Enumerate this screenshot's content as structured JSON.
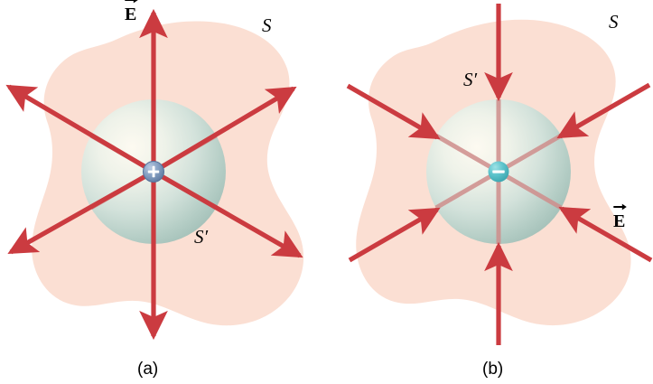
{
  "figure": {
    "title": "Electric field lines of a point charge through two closed surfaces",
    "background_color": "#ffffff"
  },
  "colors": {
    "field_arrow": "#cb3b40",
    "field_arrow_inside": "#cf8e8c",
    "gaussian_blob_fill": "#fbdfd3",
    "sphere_edge": "#9ec0b8",
    "sphere_highlight": "#fdfaf2",
    "positive_charge_fill": "#7a93b8",
    "negative_charge_fill": "#5fc4cc",
    "charge_sign": "#ffffff",
    "label_text": "#000000"
  },
  "panels": [
    {
      "id": "a",
      "caption": "(a)",
      "charge_sign": "+",
      "charge_name": "positive-point-charge",
      "field_direction": "outward",
      "labels": {
        "field_vector": "E",
        "field_vector_accent": "vector-arrow",
        "outer_surface": "S",
        "inner_surface": "S′"
      }
    },
    {
      "id": "b",
      "caption": "(b)",
      "charge_sign": "−",
      "charge_name": "negative-point-charge",
      "field_direction": "inward",
      "labels": {
        "field_vector": "E",
        "field_vector_accent": "vector-arrow",
        "outer_surface": "S",
        "inner_surface": "S′"
      }
    }
  ],
  "chart_data": {
    "type": "diagram",
    "title": "Electric flux through closed surfaces S and S′ enclosing a point charge",
    "subtitle": "",
    "panels": [
      {
        "panel": "(a)",
        "charge": "+",
        "charge_center": [
          170,
          190
        ],
        "sphere_radius": 80,
        "field_line_count": 6,
        "field_line_direction": "radially outward",
        "field_line_angles_deg": [
          90,
          30,
          330,
          270,
          210,
          150
        ],
        "surfaces": [
          {
            "name": "S",
            "shape": "irregular closed blob",
            "label_position": [
              294,
              30
            ]
          },
          {
            "name": "S′",
            "shape": "sphere",
            "label_position": [
              219,
              262
            ]
          }
        ],
        "annotations": [
          {
            "text": "E",
            "type": "vector",
            "position": [
              140,
              8
            ]
          }
        ]
      },
      {
        "panel": "(b)",
        "charge": "−",
        "charge_center": [
          552,
          190
        ],
        "sphere_radius": 80,
        "field_line_count": 6,
        "field_line_direction": "radially inward",
        "field_line_angles_deg": [
          90,
          30,
          330,
          270,
          210,
          150
        ],
        "surfaces": [
          {
            "name": "S",
            "shape": "irregular closed blob",
            "label_position": [
              676,
              26
            ]
          },
          {
            "name": "S′",
            "shape": "sphere",
            "label_position": [
              515,
              88
            ]
          }
        ],
        "annotations": [
          {
            "text": "E",
            "type": "vector",
            "position": [
              681,
              237
            ]
          }
        ]
      }
    ],
    "xlabel": "",
    "ylabel": "",
    "legend": []
  }
}
